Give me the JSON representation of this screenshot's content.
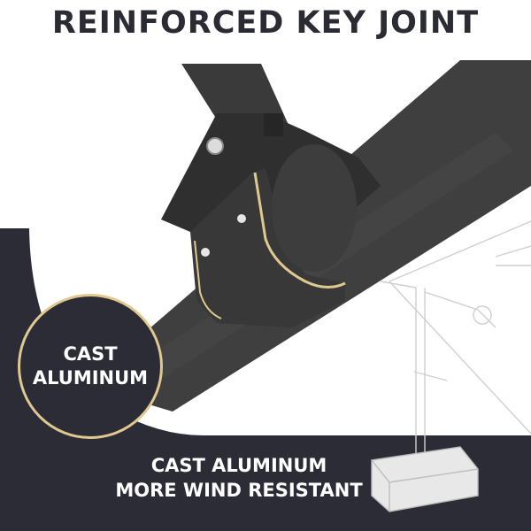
{
  "title": "REINFORCED KEY JOINT",
  "badge": {
    "line1": "CAST",
    "line2": "ALUMINUM"
  },
  "caption": {
    "line1": "CAST ALUMINUM",
    "line2": "MORE WIND RESISTANT"
  },
  "colors": {
    "background": "#ffffff",
    "dark_panel": "#2c2c37",
    "metal": "#3e3e3e",
    "accent_gold": "#e0c98f",
    "text_dark": "#2b2b33",
    "text_light": "#ffffff"
  }
}
